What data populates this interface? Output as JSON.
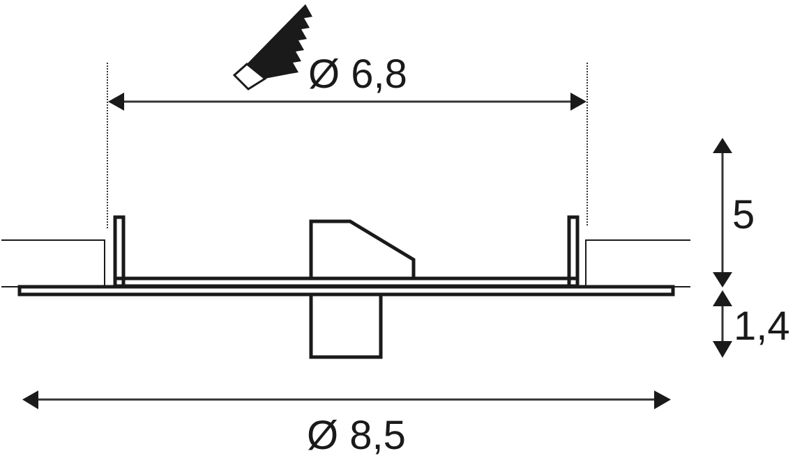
{
  "drawing": {
    "type": "recessed downlight dimension drawing",
    "units_implied": "cm",
    "colors": {
      "line": "#1a1a1a",
      "background": "#ffffff"
    },
    "icons": {
      "cutout_tool": "saw-icon"
    },
    "dimensions": {
      "cutout_diameter": {
        "label": "Ø 6,8",
        "value": 6.8,
        "kind": "diameter"
      },
      "outer_diameter": {
        "label": "Ø 8,5",
        "value": 8.5,
        "kind": "diameter"
      },
      "recess_depth": {
        "label": "5",
        "value": 5,
        "kind": "height"
      },
      "trim_height": {
        "label": "1,4",
        "value": 1.4,
        "kind": "height"
      }
    },
    "parts": [
      "ceiling-panel-left",
      "ceiling-panel-right",
      "trim-flange",
      "housing-wall-left",
      "housing-wall-right",
      "housing-base",
      "lamp-module-upper",
      "lamp-module-lower"
    ]
  }
}
